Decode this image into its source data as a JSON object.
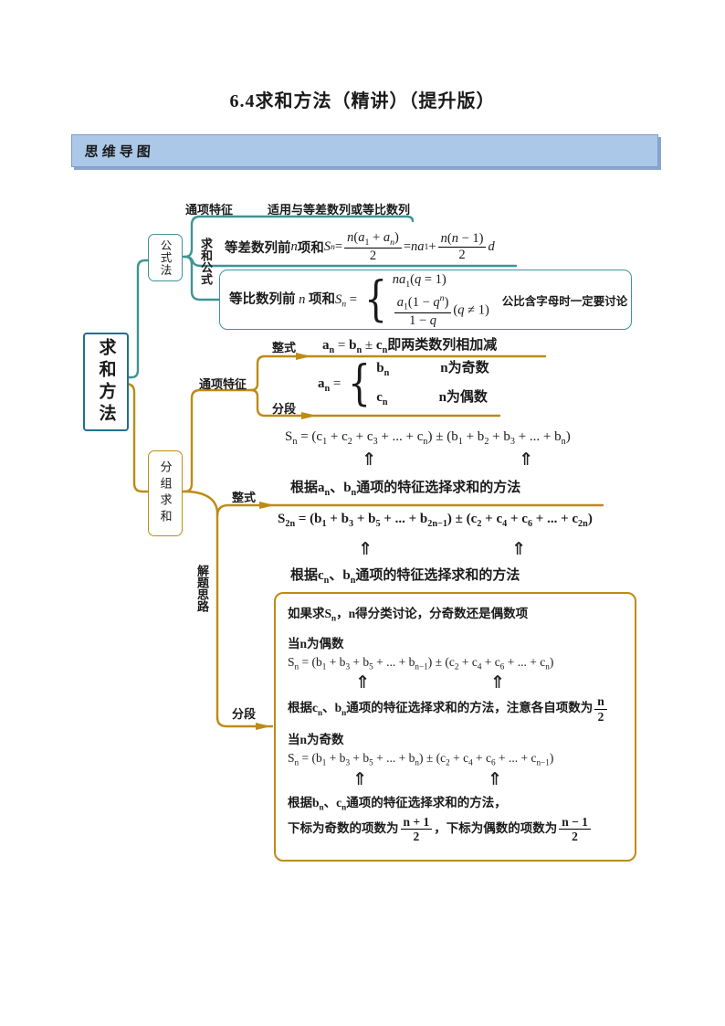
{
  "title": "6.4求和方法（精讲）（提升版）",
  "banner": {
    "label": "思维导图"
  },
  "colors": {
    "teal": "#3f9494",
    "teal_dark": "#20708f",
    "gold": "#bd8b16",
    "banner_bg": "#abc8e8",
    "banner_border": "#7f9cc8",
    "banner_shadow": "#8ba6cd",
    "text": "#1a1a1a"
  },
  "nodes": {
    "root": "求和方法",
    "up_arrow": "⇑",
    "formula_branch": {
      "node": "公式法",
      "sub_label": "求和公式",
      "tongxiang": "通项特征",
      "tongxiang_note": "适用与等差数列或等比数列",
      "arith_html": "<span class='zh'>等差数列前</span> <i>n</i> <span class='zh'>项和</span><i>S</i><sub><i>n</i></sub> = <span class='fr'><span class='nu'><i>n</i>(<i>a</i><sub>1</sub> + <i>a</i><sub><i>n</i></sub>)</span><span class='de'>2</span></span> = <i>na</i><sub>1</sub> + <span class='fr'><span class='nu'><i>n</i>(<i>n</i> − 1)</span><span class='de'>2</span></span> <i>d</i>",
      "geo_html": "<span class='zh'>等比数列前</span> <i>n</i> <span class='zh'>项和</span><i>S</i><sub><i>n</i></sub> = <span class='cases'><span class='brace'>{</span><span class='ccol'><span class='crow'><i>na</i><sub>1</sub>(<i>q</i> = 1)</span><span class='crow'><span class='fr'><span class='nu'><i>a</i><sub>1</sub>(1 − <i>q</i><sup><i>n</i></sup>)</span><span class='de'>1 − <i>q</i></span></span>(<i>q</i> ≠ 1)</span></span></span>",
      "geo_note": "公比含字母时一定要讨论"
    },
    "group_branch": {
      "node": "分组求和",
      "tongxiang": {
        "label": "通项特征",
        "zhengshi_label": "整式",
        "an_sum_html": "<b>a</b><sub><b>n</b></sub> = <b>b</b><sub><b>n</b></sub> ± <b>c</b><sub><b>n</b></sub><span class='zh'>即两类数列相加减</span>",
        "fenduan_label": "分段",
        "an_cases_html": "<b>a</b><sub><b>n</b></sub> = <span class='cases'><span class='brace'>{</span><span class='ccol ccol-gap'><span class='crow'><b>b</b><sub><b>n</b></sub><span class='gap'></span><span class='zh'>n为奇数</span></span><span class='crow'><b>c</b><sub><b>n</b></sub><span class='gap'></span><span class='zh'>n为偶数</span></span></span></span>"
      },
      "jieti": {
        "label": "解题思路",
        "zhengshi_label": "整式",
        "sn_cb_html": "S<sub>n</sub> = (c<sub>1</sub> + c<sub>2</sub> + c<sub>3</sub> + ... + c<sub>n</sub>) ± (b<sub>1</sub> + b<sub>2</sub> + b<sub>3</sub> + ... + b<sub>n</sub>)",
        "genju_ab_html": "根据a<sub>n</sub>、b<sub>n</sub>通项的特征选择求和的方法",
        "s2n_html": "S<sub>2n</sub> = (b<sub>1</sub> + b<sub>3</sub> + b<sub>5</sub> + ... + b<sub>2n−1</sub>) ± (c<sub>2</sub> + c<sub>4</sub> + c<sub>6</sub> + ... + c<sub>2n</sub>)",
        "genju_cb_html": "根据c<sub>n</sub>、b<sub>n</sub>通项的特征选择求和的方法",
        "fenduan_label": "分段",
        "box": {
          "line1_html": "如果求S<sub>n</sub>，n得分类讨论，分奇数还是偶数项",
          "line2_html": "当n为偶数",
          "line3_html": "S<sub>n</sub> = (b<sub>1</sub> + b<sub>3</sub> + b<sub>5</sub> + ... + b<sub>n−1</sub>) ± (c<sub>2</sub> + c<sub>4</sub> + c<sub>6</sub> + ... + c<sub>n</sub>)",
          "line4_html": "根据c<sub>n</sub>、b<sub>n</sub>通项的特征选择求和的方法，注意各自项数为<span class='fr'><span class='nu'>n</span><span class='de'>2</span></span>",
          "line5_html": "当n为奇数",
          "line6_html": "S<sub>n</sub> = (b<sub>1</sub> + b<sub>3</sub> + b<sub>5</sub> + ... + b<sub>n</sub>) ± (c<sub>2</sub> + c<sub>4</sub> + c<sub>6</sub> + ... + c<sub>n−1</sub>)",
          "line7_html": "根据b<sub>n</sub>、c<sub>n</sub>通项的特征选择求和的方法，",
          "line8_html": "下标为奇数的项数为<span class='fr'><span class='nu'>n + 1</span><span class='de'>2</span></span>，下标为偶数的项数为<span class='fr'><span class='nu'>n − 1</span><span class='de'>2</span></span>"
        }
      }
    }
  }
}
